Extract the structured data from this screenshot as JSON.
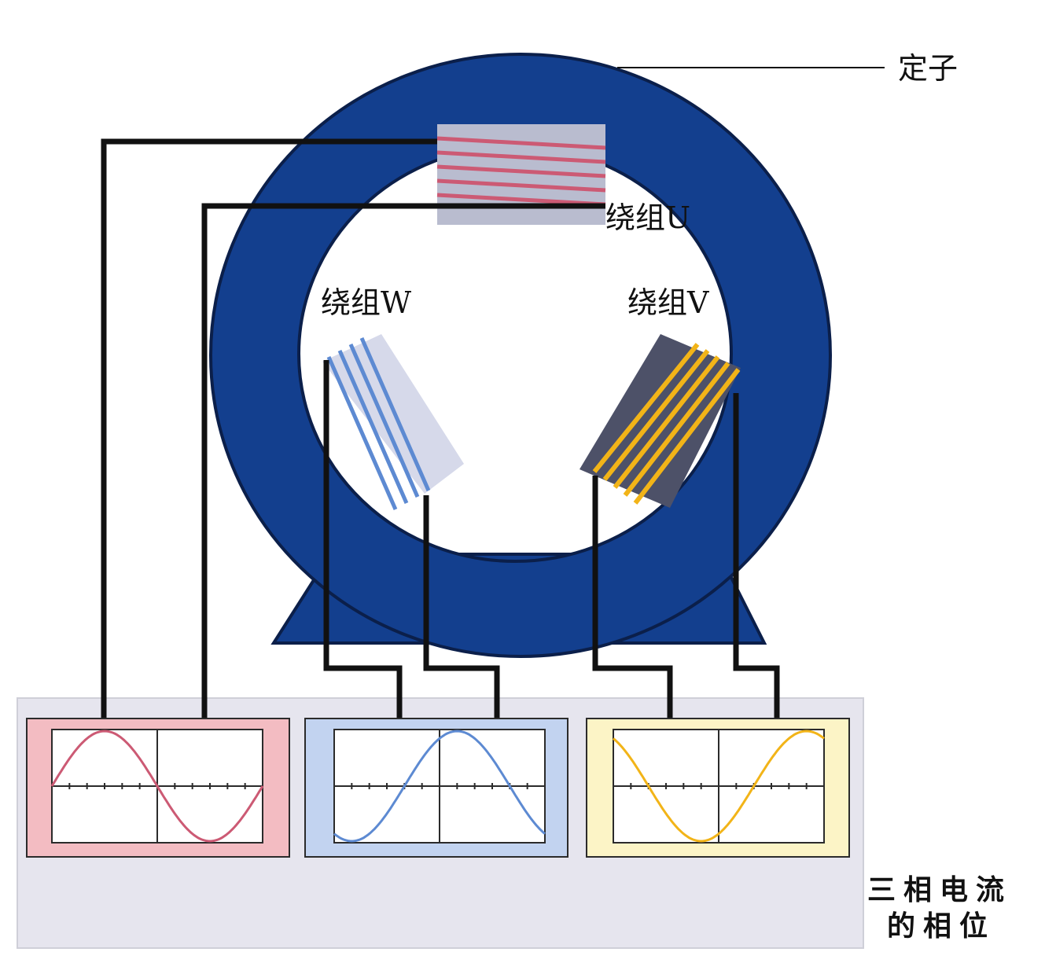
{
  "labels": {
    "stator": "定子",
    "winding_u": "绕组U",
    "winding_v": "绕组V",
    "winding_w": "绕组W"
  },
  "caption": {
    "line1": "三相电流",
    "line2": "的相位"
  },
  "colors": {
    "stator": "#133f8e",
    "stator_outline": "#0b1f4a",
    "phase_u": "#cc5a74",
    "phase_v": "#f2b418",
    "phase_w": "#5d8ad2",
    "panel_u_bg": "#f3bcc2",
    "panel_v_bg": "#fcf4c6",
    "panel_w_bg": "#c2d3f0",
    "base_panel": "#e6e5ee",
    "wire": "#111111"
  },
  "phases": [
    {
      "name": "U",
      "phase_deg": 0
    },
    {
      "name": "W",
      "phase_deg": -120
    },
    {
      "name": "V",
      "phase_deg": 120
    }
  ]
}
